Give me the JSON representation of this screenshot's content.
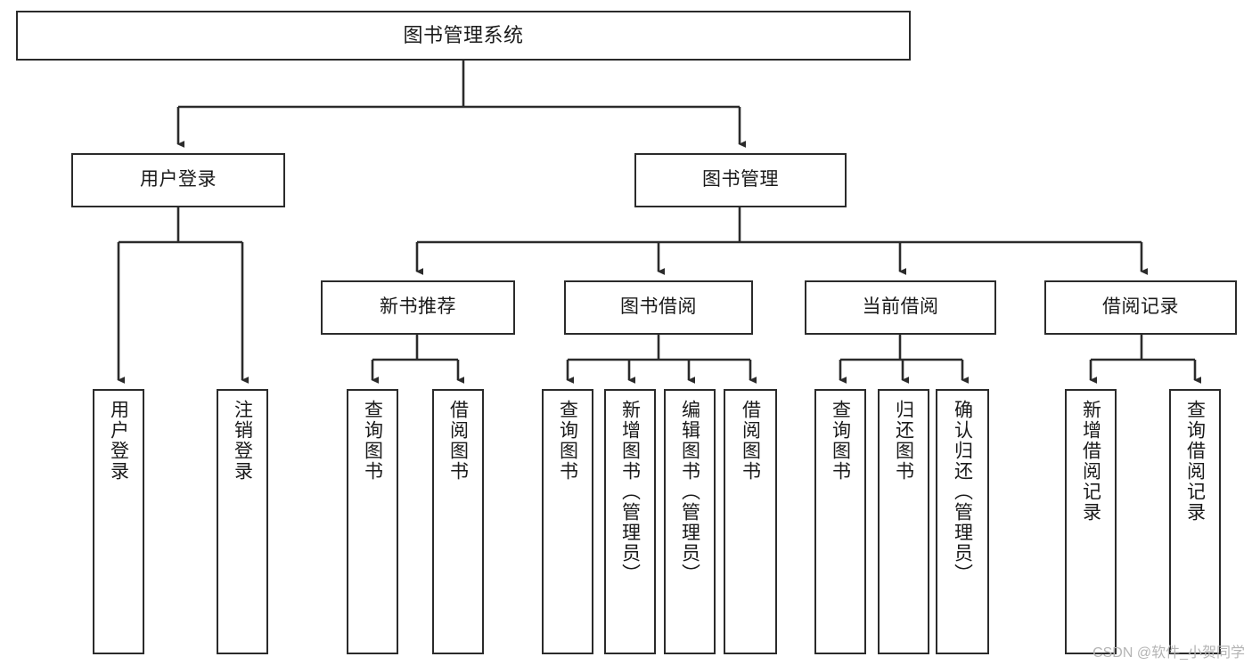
{
  "diagram": {
    "title": "图书管理系统",
    "watermark": "CSDN @软件_小贺同学",
    "nodes": {
      "root": {
        "label": "图书管理系统"
      },
      "level1": [
        {
          "id": "user-login",
          "label": "用户登录"
        },
        {
          "id": "book-management",
          "label": "图书管理"
        }
      ],
      "level2": [
        {
          "id": "new-book-recommend",
          "label": "新书推荐"
        },
        {
          "id": "book-borrow",
          "label": "图书借阅"
        },
        {
          "id": "current-borrow",
          "label": "当前借阅"
        },
        {
          "id": "borrow-record",
          "label": "借阅记录"
        }
      ],
      "leaves": {
        "user-login": [
          {
            "id": "leaf-user-login",
            "label": "用户登录"
          },
          {
            "id": "leaf-user-logout",
            "label": "注销登录"
          }
        ],
        "new-book-recommend": [
          {
            "id": "leaf-query-book-1",
            "label": "查询图书"
          },
          {
            "id": "leaf-borrow-book-1",
            "label": "借阅图书"
          }
        ],
        "book-borrow": [
          {
            "id": "leaf-query-book-2",
            "label": "查询图书"
          },
          {
            "id": "leaf-add-book",
            "label": "新增图书（管理员）"
          },
          {
            "id": "leaf-edit-book",
            "label": "编辑图书（管理员）"
          },
          {
            "id": "leaf-borrow-book-2",
            "label": "借阅图书"
          }
        ],
        "current-borrow": [
          {
            "id": "leaf-query-book-3",
            "label": "查询图书"
          },
          {
            "id": "leaf-return-book",
            "label": "归还图书"
          },
          {
            "id": "leaf-confirm-return",
            "label": "确认归还（管理员）"
          }
        ],
        "borrow-record": [
          {
            "id": "leaf-add-record",
            "label": "新增借阅记录"
          },
          {
            "id": "leaf-query-record",
            "label": "查询借阅记录"
          }
        ]
      }
    },
    "colors": {
      "border": "#2b2b2b",
      "background": "#ffffff",
      "text": "#1a1a1a",
      "watermark": "#b4b4b4"
    }
  }
}
